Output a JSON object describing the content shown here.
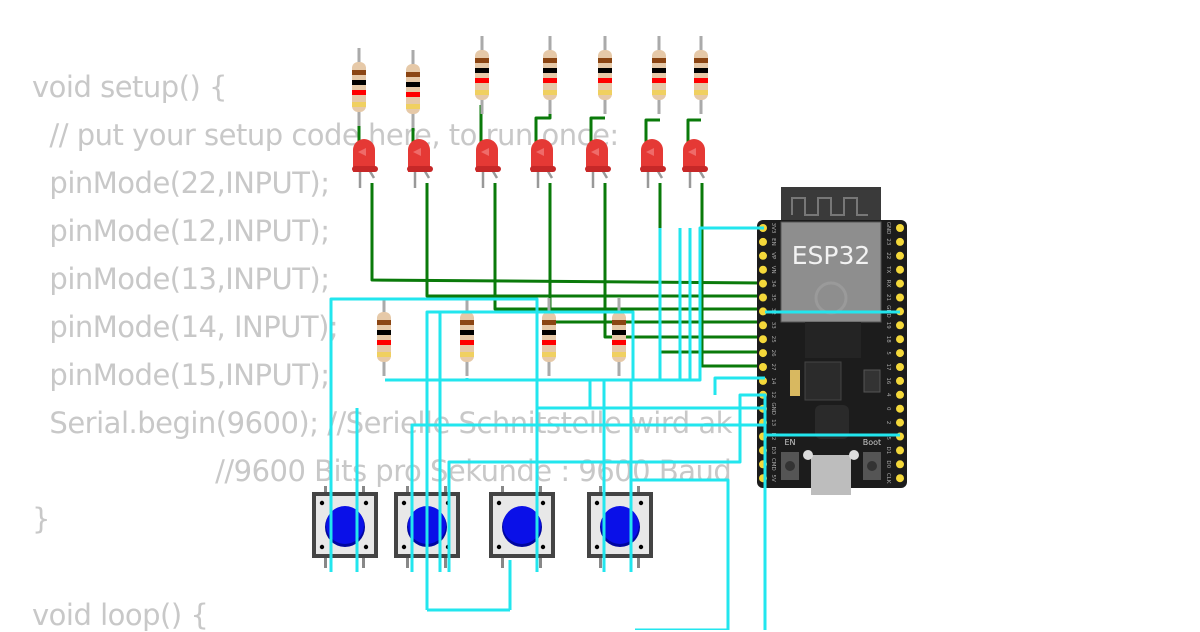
{
  "code": {
    "lines": [
      "void setup() {",
      "  // put your setup code here, to run once:",
      "  pinMode(22,INPUT);",
      "  pinMode(12,INPUT);",
      "  pinMode(13,INPUT);",
      "  pinMode(14, INPUT);",
      "  pinMode(15,INPUT);",
      "  Serial.begin(9600); //Serielle Schnitstelle wird ak",
      "                     //9600 Bits pro Sekunde : 9600 Baud",
      "}",
      "",
      "void loop() {"
    ]
  },
  "board": {
    "label": "ESP32",
    "left_pins": [
      "3V3",
      "EN",
      "VP",
      "VN",
      "34",
      "35",
      "32",
      "33",
      "25",
      "26",
      "27",
      "14",
      "12",
      "GND",
      "13",
      "D2",
      "D3",
      "CMD",
      "5V"
    ],
    "right_pins": [
      "GND",
      "23",
      "22",
      "TX",
      "RX",
      "21",
      "GND",
      "19",
      "18",
      "5",
      "17",
      "16",
      "4",
      "0",
      "2",
      "15",
      "D1",
      "D0",
      "CLK"
    ],
    "button_en": "EN",
    "button_boot": "Boot"
  },
  "components": {
    "leds": 7,
    "top_resistors": 7,
    "bottom_resistors": 4,
    "pushbuttons": 4
  },
  "colors": {
    "wire_green": "#0a7a0a",
    "wire_cyan": "#22e6ee",
    "led_red": "#e53935",
    "button_blue": "#0a10e8",
    "board": "#1c1c1c",
    "pin": "#f4d83a",
    "code_text": "#c8c8c8"
  }
}
